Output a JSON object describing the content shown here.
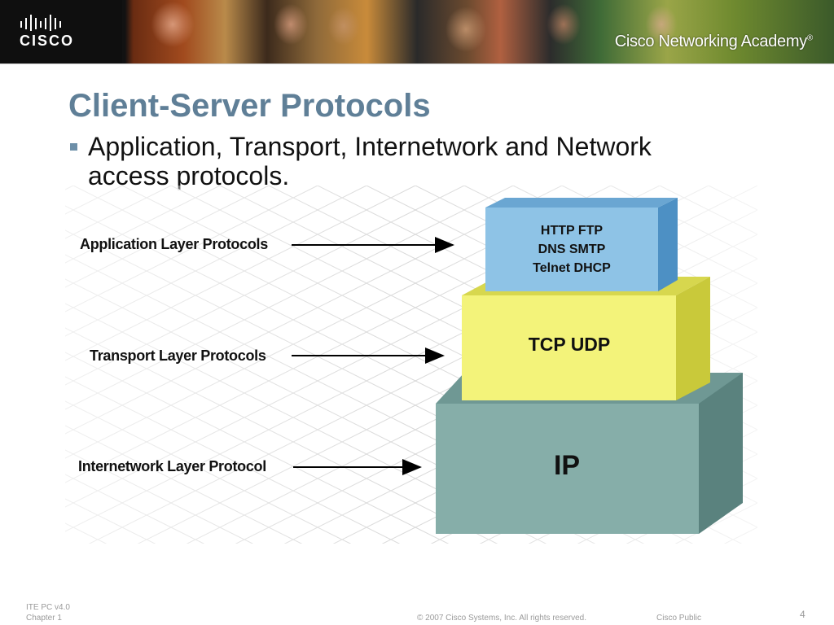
{
  "header": {
    "logo_text": "CISCO",
    "academy_text": "Cisco Networking Academy",
    "academy_mark": "®"
  },
  "slide": {
    "title": "Client-Server Protocols",
    "bullet": "Application, Transport, Internetwork and Network access protocols."
  },
  "diagram": {
    "labels": {
      "application": "Application Layer Protocols",
      "transport": "Transport Layer Protocols",
      "internetwork": "Internetwork Layer Protocol"
    },
    "application_box": {
      "line1": "HTTP  FTP",
      "line2": "DNS  SMTP",
      "line3": "Telnet  DHCP",
      "color": "#8ec3e6"
    },
    "transport_box": {
      "text": "TCP  UDP",
      "color": "#f3f37a"
    },
    "ip_box": {
      "text": "IP",
      "color": "#86aea9"
    }
  },
  "footer": {
    "course": "ITE PC v4.0",
    "chapter": "Chapter 1",
    "copyright": "© 2007 Cisco Systems, Inc. All rights reserved.",
    "classification": "Cisco Public",
    "page": "4"
  }
}
